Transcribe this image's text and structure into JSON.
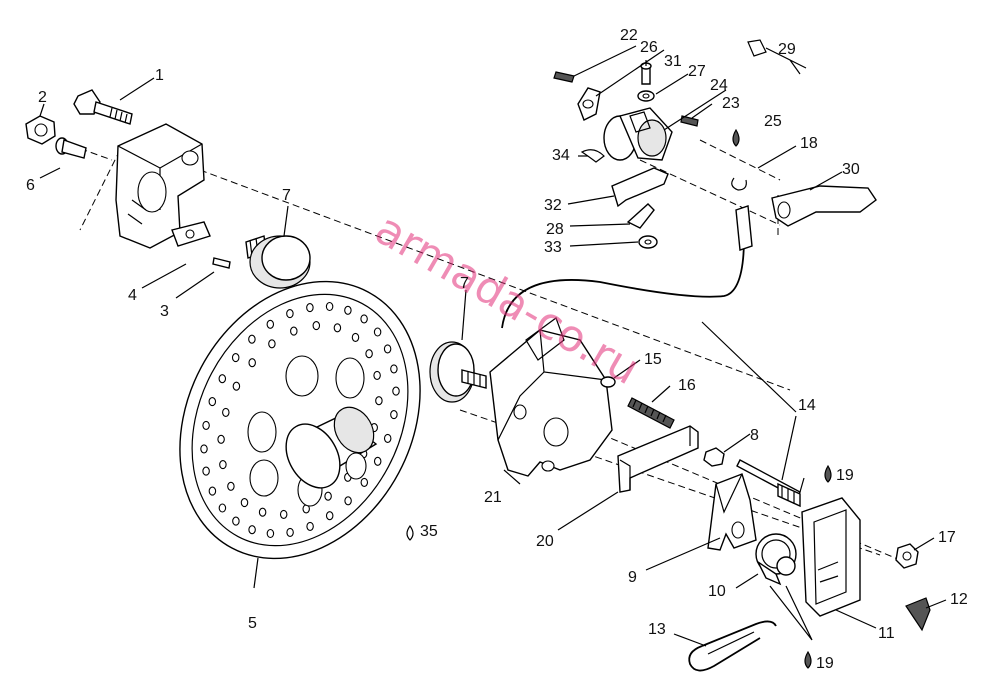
{
  "watermark": "armada-co.ru",
  "labels": [
    {
      "id": "l1",
      "text": "1"
    },
    {
      "id": "l2",
      "text": "2"
    },
    {
      "id": "l3",
      "text": "3"
    },
    {
      "id": "l4",
      "text": "4"
    },
    {
      "id": "l5",
      "text": "5"
    },
    {
      "id": "l6",
      "text": "6"
    },
    {
      "id": "l7a",
      "text": "7"
    },
    {
      "id": "l7b",
      "text": "7"
    },
    {
      "id": "l8",
      "text": "8"
    },
    {
      "id": "l9",
      "text": "9"
    },
    {
      "id": "l10",
      "text": "10"
    },
    {
      "id": "l11",
      "text": "11"
    },
    {
      "id": "l12",
      "text": "12"
    },
    {
      "id": "l13",
      "text": "13"
    },
    {
      "id": "l14",
      "text": "14"
    },
    {
      "id": "l15",
      "text": "15"
    },
    {
      "id": "l16",
      "text": "16"
    },
    {
      "id": "l17",
      "text": "17"
    },
    {
      "id": "l18",
      "text": "18"
    },
    {
      "id": "l19a",
      "text": "19"
    },
    {
      "id": "l19b",
      "text": "19"
    },
    {
      "id": "l20",
      "text": "20"
    },
    {
      "id": "l21",
      "text": "21"
    },
    {
      "id": "l22",
      "text": "22"
    },
    {
      "id": "l23",
      "text": "23"
    },
    {
      "id": "l24",
      "text": "24"
    },
    {
      "id": "l25",
      "text": "25"
    },
    {
      "id": "l26",
      "text": "26"
    },
    {
      "id": "l27",
      "text": "27"
    },
    {
      "id": "l28",
      "text": "28"
    },
    {
      "id": "l29",
      "text": "29"
    },
    {
      "id": "l30",
      "text": "30"
    },
    {
      "id": "l31",
      "text": "31"
    },
    {
      "id": "l32",
      "text": "32"
    },
    {
      "id": "l33",
      "text": "33"
    },
    {
      "id": "l34",
      "text": "34"
    },
    {
      "id": "l35",
      "text": "35"
    }
  ]
}
